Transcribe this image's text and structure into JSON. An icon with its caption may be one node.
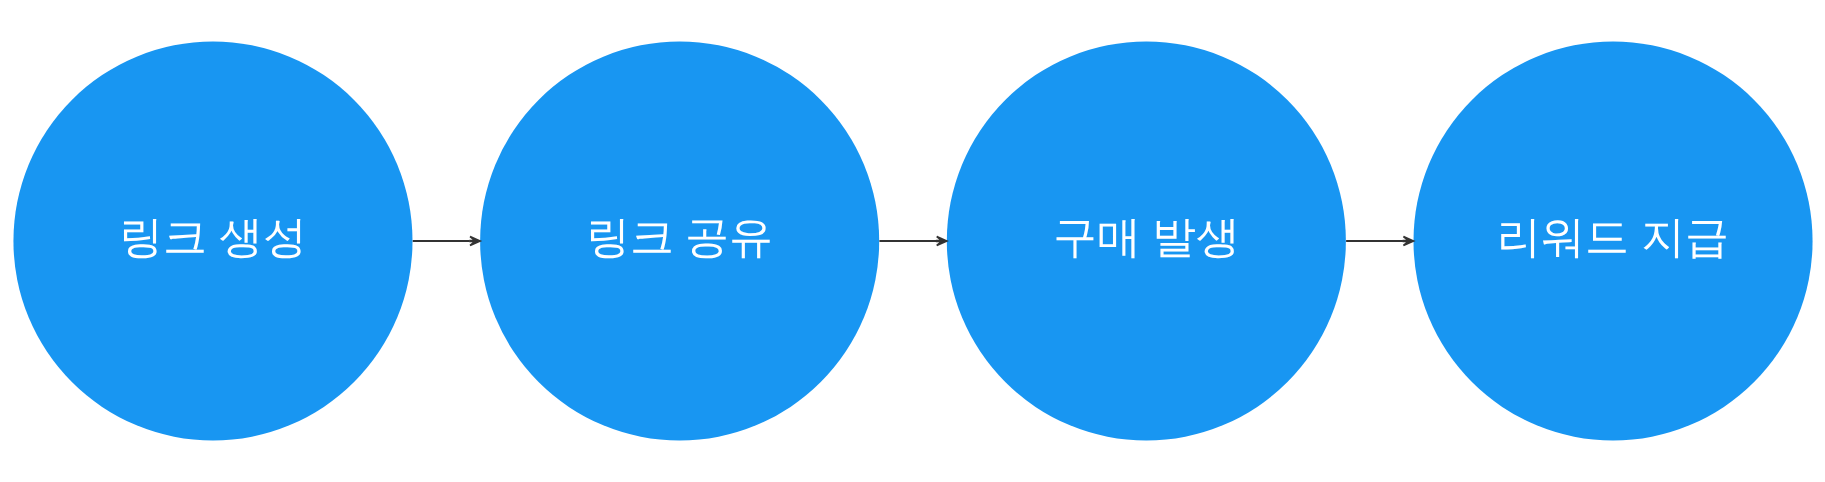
{
  "diagram": {
    "nodes": [
      {
        "text": [
          "링크 생성"
        ]
      },
      {
        "text": [
          "링크 공유"
        ]
      },
      {
        "text": [
          "구매 발생"
        ]
      },
      {
        "text": [
          "리워드 지급"
        ]
      }
    ],
    "edges": [
      {
        "from": 0,
        "to": 1,
        "arrow": "to"
      },
      {
        "from": 1,
        "to": 2,
        "arrow": "to"
      },
      {
        "from": 2,
        "to": 3,
        "arrow": "to"
      }
    ]
  }
}
